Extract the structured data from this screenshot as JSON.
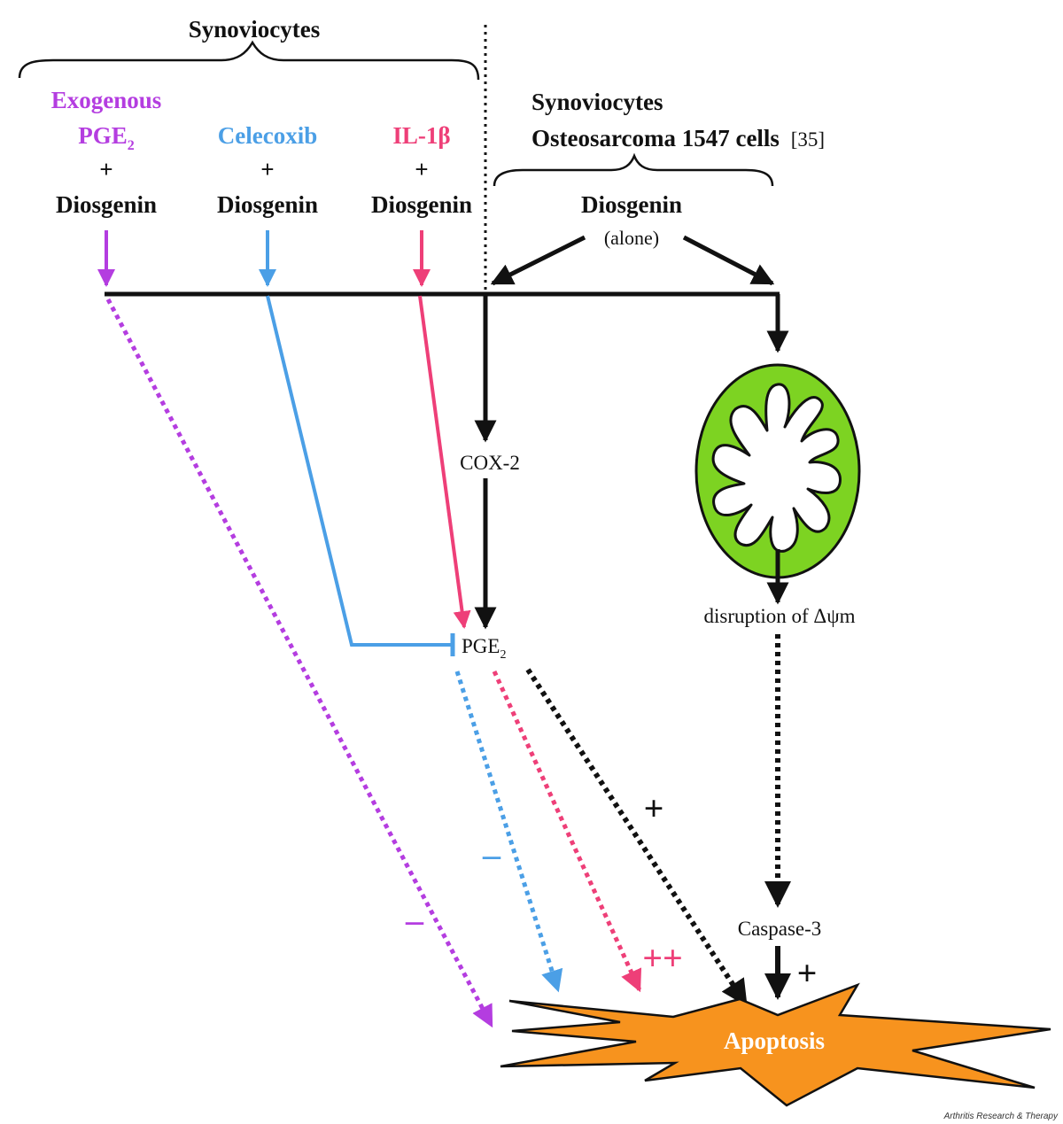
{
  "colors": {
    "black": "#111111",
    "purple": "#b43de0",
    "blue": "#4b9fe6",
    "pink": "#ee3f78",
    "green": "#7dd322",
    "orange": "#f7931e",
    "white": "#ffffff"
  },
  "groups": {
    "left_header": "Synoviocytes",
    "right_header_line1": "Synoviocytes",
    "right_header_line2": "Osteosarcoma 1547 cells",
    "right_header_ref": "[35]"
  },
  "treatments": [
    {
      "agent": "Exogenous",
      "agent_line2": "PGE",
      "agent_line2_sub": "2",
      "plus": "+",
      "drug": "Diosgenin"
    },
    {
      "agent": "Celecoxib",
      "plus": "+",
      "drug": "Diosgenin"
    },
    {
      "agent": "IL-1β",
      "plus": "+",
      "drug": "Diosgenin"
    }
  ],
  "alone": {
    "drug": "Diosgenin",
    "note": "(alone)"
  },
  "nodes": {
    "cox2": "COX-2",
    "pge2": "PGE",
    "pge2_sub": "2",
    "disruption": "disruption of Δψm",
    "caspase3": "Caspase-3",
    "apoptosis": "Apoptosis"
  },
  "effects": {
    "purple": "–",
    "blue": "–",
    "pink": "++",
    "black": "+",
    "caspase": "+"
  },
  "credit": "Arthritis Research & Therapy"
}
